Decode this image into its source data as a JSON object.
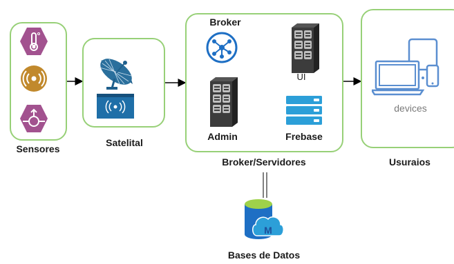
{
  "groups": {
    "sensores": "Sensores",
    "satelital": "Satelital",
    "broker_servidores": "Broker/Servidores",
    "usuarios": "Usuraios",
    "bases_de_datos": "Bases de Datos"
  },
  "nodes": {
    "broker": "Broker",
    "ui": "UI",
    "admin": "Admin",
    "frebase": "Frebase",
    "devices": "devices"
  },
  "icons": {
    "sensor_1": "thermometer-sensor-icon",
    "sensor_2": "radio-signal-sensor-icon",
    "sensor_3": "flow-meter-sensor-icon",
    "satellite": "satellite-dish-icon",
    "broker": "mqtt-broker-icon",
    "server": "server-rack-icon",
    "database": "database-icon",
    "devices": "devices-icon"
  },
  "colors": {
    "group_border": "#97d077",
    "sensor_purple": "#a2528f",
    "sensor_orange": "#c1892c",
    "azure_blue": "#1e6fc4"
  }
}
